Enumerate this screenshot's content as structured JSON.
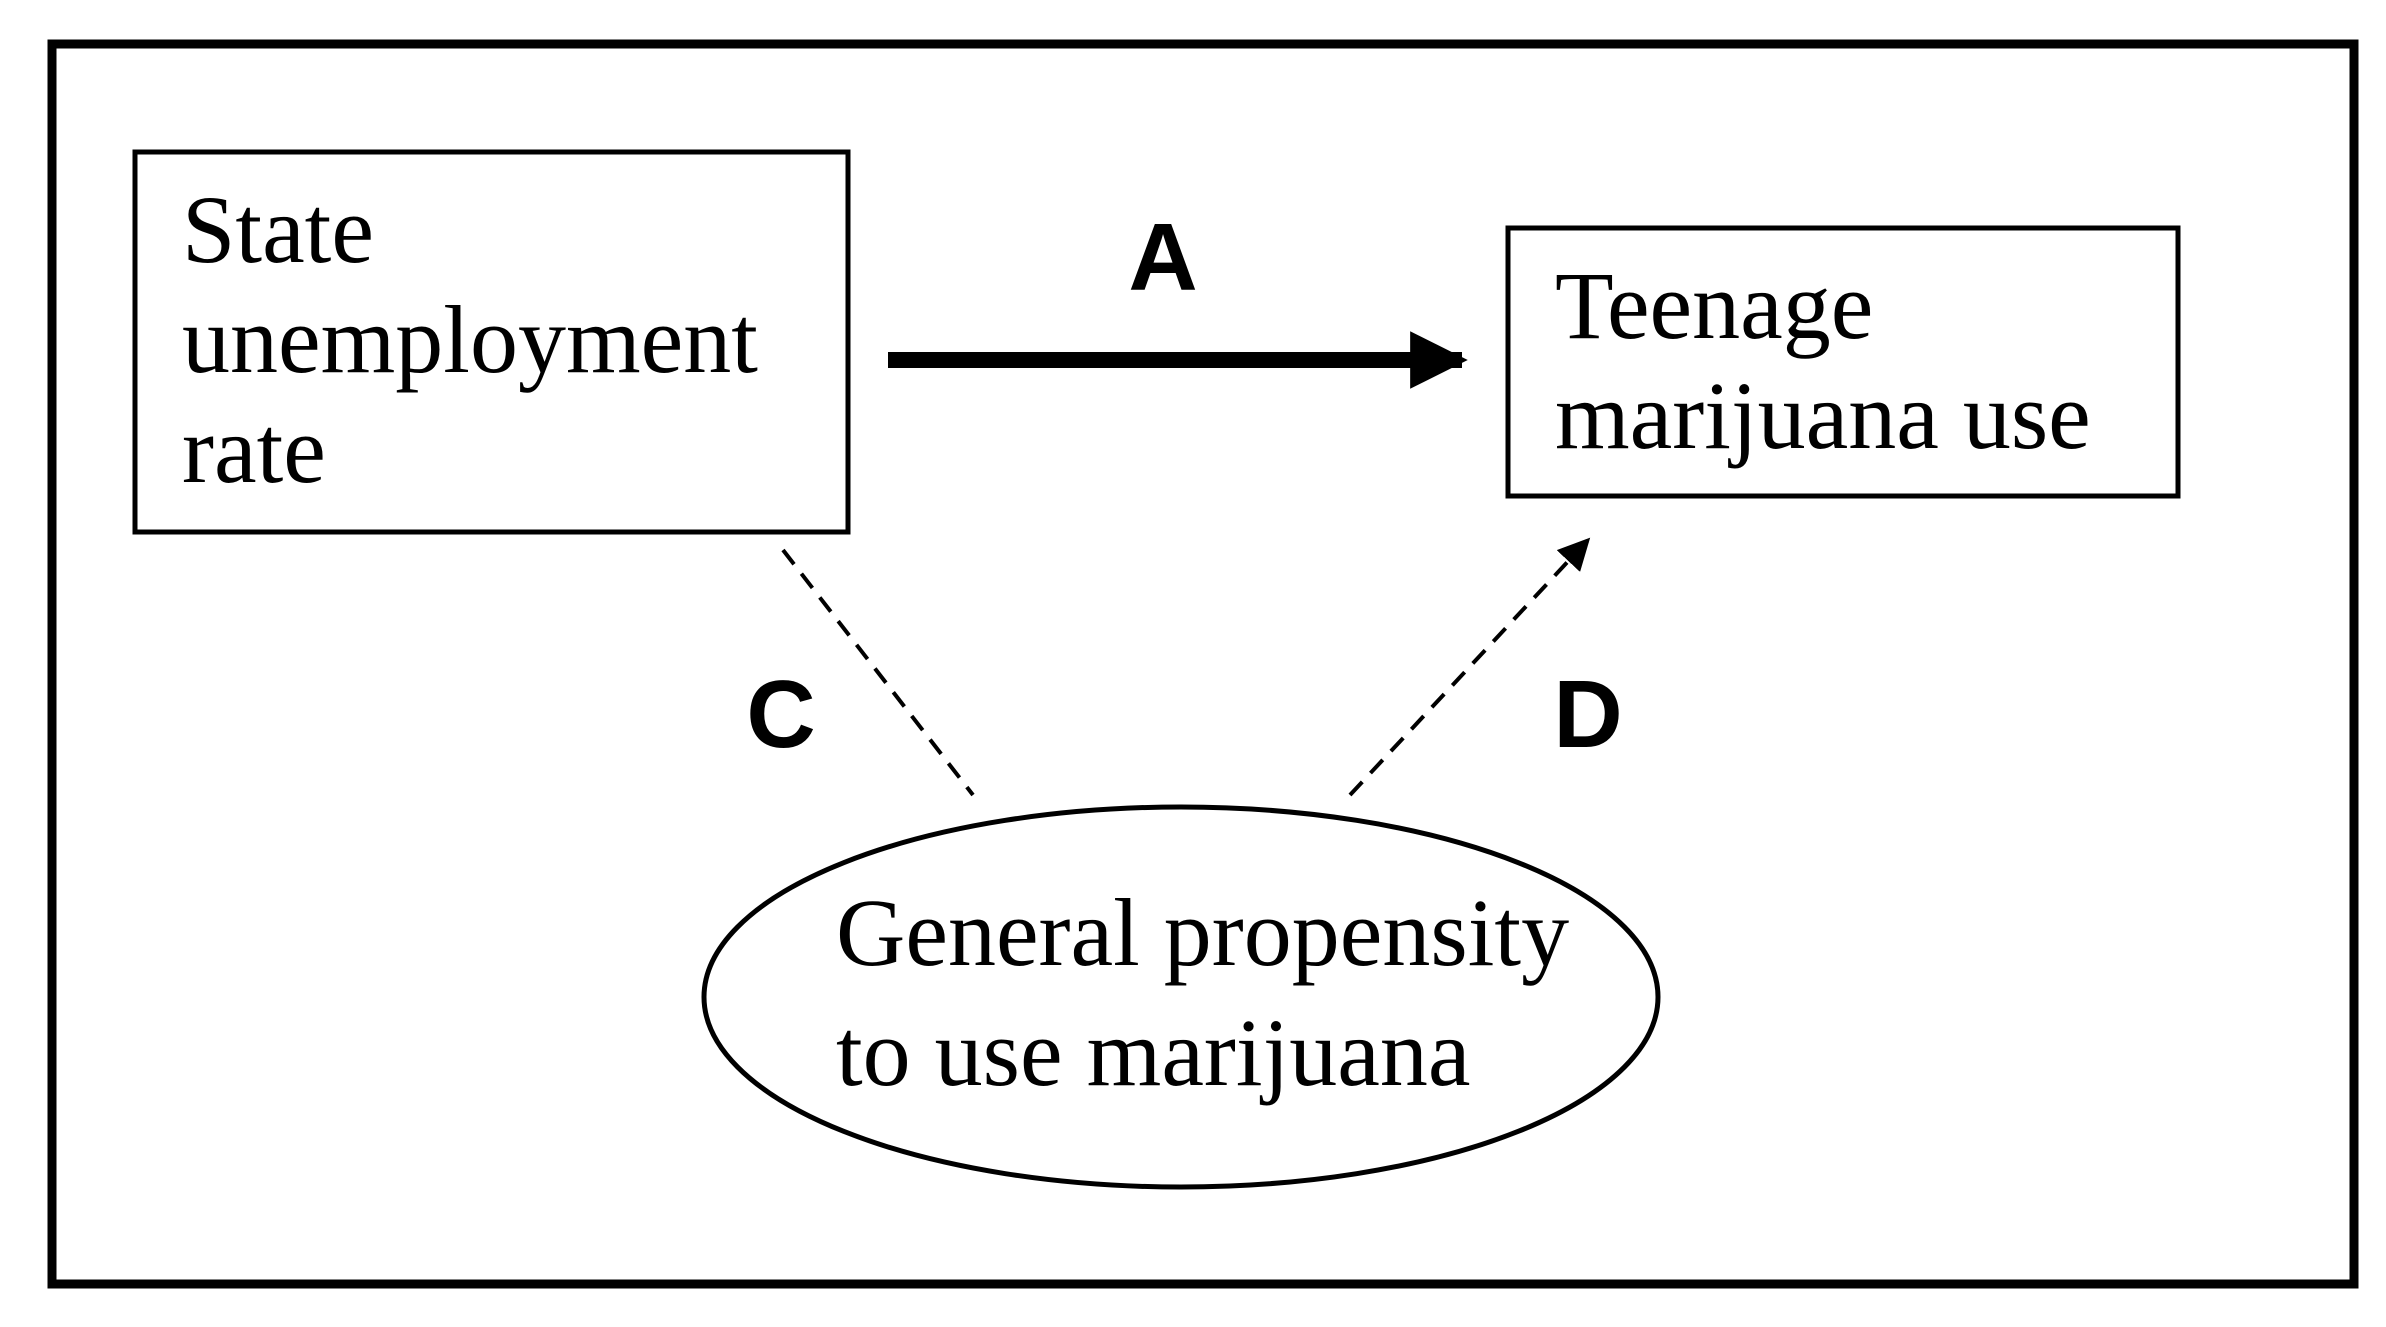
{
  "diagram": {
    "nodes": {
      "state_unemployment": {
        "shape": "rectangle",
        "lines": [
          "State",
          "unemployment",
          "rate"
        ]
      },
      "teenage_use": {
        "shape": "rectangle",
        "lines": [
          "Teenage",
          "marijuana use"
        ]
      },
      "general_propensity": {
        "shape": "ellipse",
        "lines": [
          "General propensity",
          "to use marijuana"
        ]
      }
    },
    "edges": {
      "a": {
        "label": "A",
        "from": "State unemployment rate",
        "to": "Teenage marijuana use",
        "style": "solid",
        "arrow": true
      },
      "c": {
        "label": "C",
        "from": "General propensity to use marijuana",
        "to": "State unemployment rate",
        "style": "dashed",
        "arrow": false
      },
      "d": {
        "label": "D",
        "from": "General propensity to use marijuana",
        "to": "Teenage marijuana use",
        "style": "dashed",
        "arrow": true
      }
    },
    "colors": {
      "stroke": "#000000",
      "background": "#ffffff"
    }
  }
}
